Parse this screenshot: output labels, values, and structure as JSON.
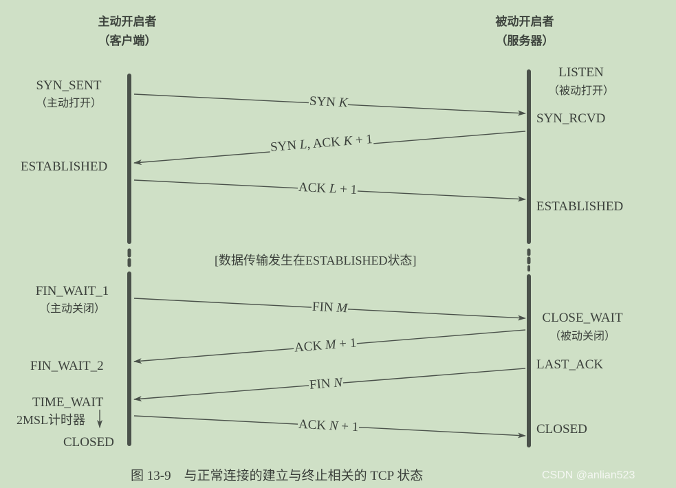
{
  "header": {
    "client_title": "主动开启者",
    "client_subtitle": "（客户端）",
    "server_title": "被动开启者",
    "server_subtitle": "（服务器）"
  },
  "client_states": {
    "syn_sent": "SYN_SENT",
    "syn_sent_note": "（主动打开）",
    "established": "ESTABLISHED",
    "fin_wait_1": "FIN_WAIT_1",
    "fin_wait_1_note": "（主动关闭）",
    "fin_wait_2": "FIN_WAIT_2",
    "time_wait": "TIME_WAIT",
    "timer": "2MSL计时器",
    "closed": "CLOSED"
  },
  "server_states": {
    "listen": "LISTEN",
    "listen_note": "（被动打开）",
    "syn_rcvd": "SYN_RCVD",
    "established": "ESTABLISHED",
    "close_wait": "CLOSE_WAIT",
    "close_wait_note": "（被动关闭）",
    "last_ack": "LAST_ACK",
    "closed": "CLOSED"
  },
  "messages": [
    {
      "prefix": "SYN ",
      "var": "K",
      "suffix": "",
      "direction": "client-to-server"
    },
    {
      "prefix": "SYN ",
      "var": "L",
      "suffix": ", ACK ",
      "var2": "K",
      "suffix2": " + 1",
      "direction": "server-to-client"
    },
    {
      "prefix": "ACK ",
      "var": "L",
      "suffix": " + 1",
      "direction": "client-to-server"
    },
    {
      "prefix": "FIN ",
      "var": "M",
      "suffix": "",
      "direction": "client-to-server"
    },
    {
      "prefix": "ACK ",
      "var": "M",
      "suffix": " + 1",
      "direction": "server-to-client"
    },
    {
      "prefix": "FIN ",
      "var": "N",
      "suffix": "",
      "direction": "server-to-client"
    },
    {
      "prefix": "ACK ",
      "var": "N",
      "suffix": " + 1",
      "direction": "client-to-server"
    }
  ],
  "data_transfer_note": "[数据传输发生在ESTABLISHED状态]",
  "caption": "图 13-9　与正常连接的建立与终止相关的 TCP 状态",
  "watermark": "CSDN @anlian523",
  "colors": {
    "background": "#cfe0c6",
    "lines": "#4a514a",
    "text": "#3b403b"
  }
}
